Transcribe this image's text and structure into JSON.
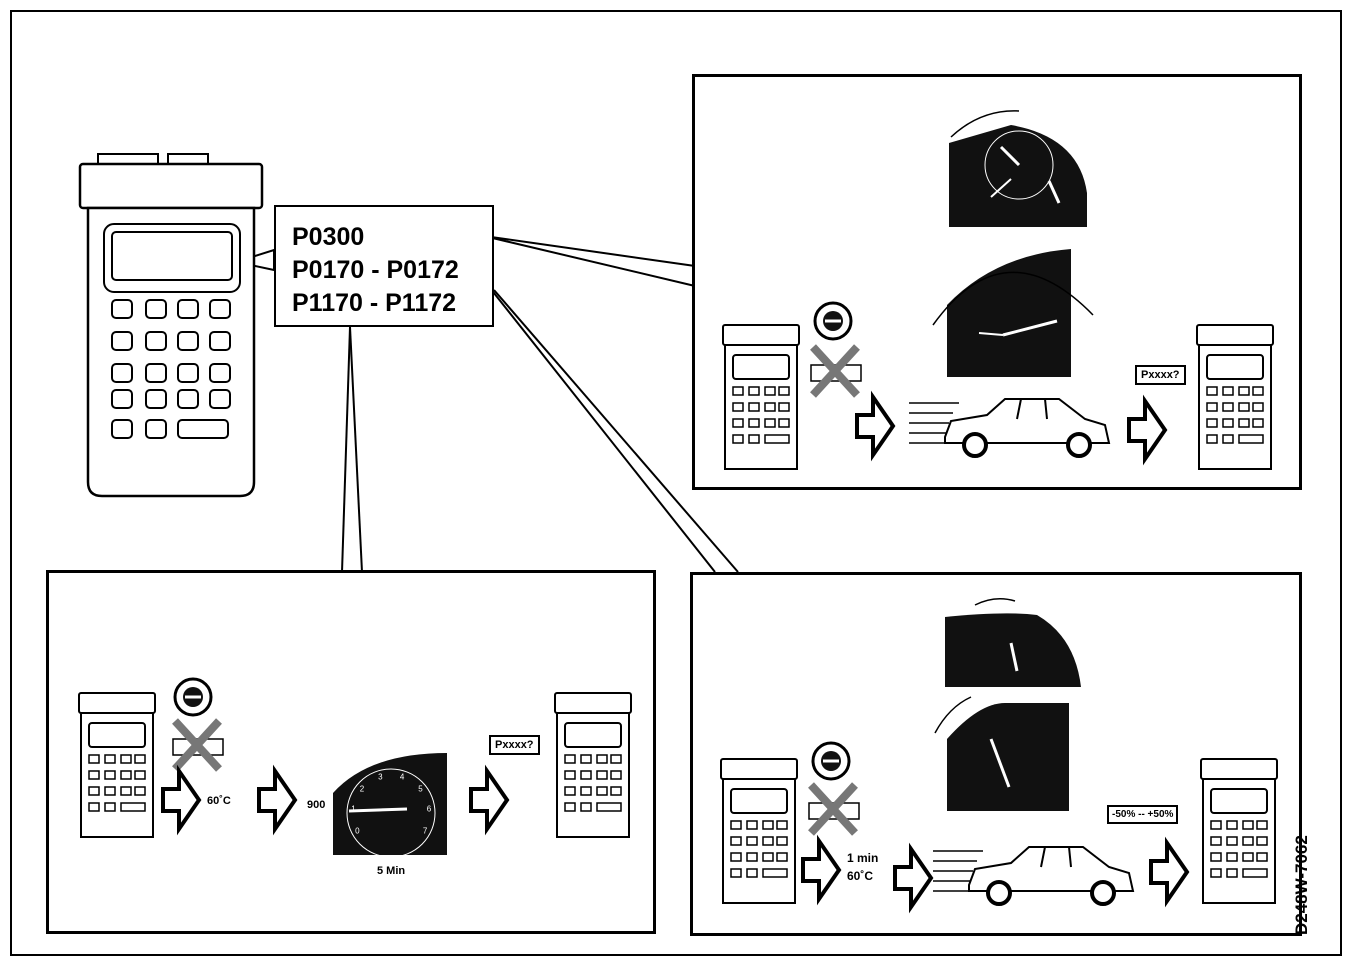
{
  "codes": [
    "P0300",
    "P0170 - P0172",
    "P1170 - P1172"
  ],
  "left_panel": {
    "temp_label": "60˚C",
    "rpm_label": "900",
    "time_label": "5 Min",
    "callout": "Pxxxx?",
    "gauge_numbers": [
      "0",
      "1",
      "2",
      "3",
      "4",
      "5",
      "6",
      "7"
    ]
  },
  "top_right_panel": {
    "callout": "Pxxxx?"
  },
  "bottom_right_panel": {
    "time_label": "1 min",
    "temp_label": "60˚C",
    "callout": "-50% -- +50%"
  },
  "figure_id": "D248W-7062",
  "colors": {
    "ink": "#000000",
    "paper": "#ffffff",
    "gauge": "#111111"
  }
}
